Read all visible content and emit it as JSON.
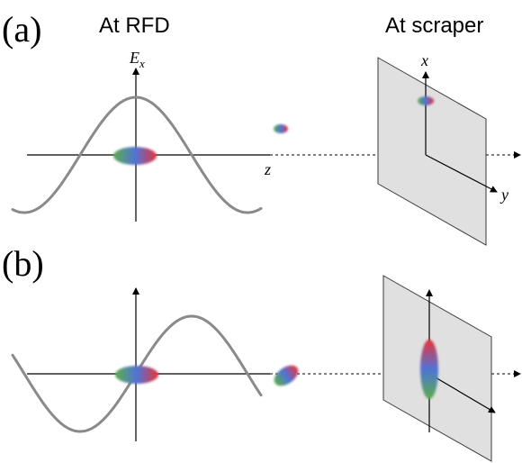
{
  "panels": [
    {
      "label": "(a)",
      "title_left": "At RFD",
      "title_right": "At scraper",
      "field_axis_label": "E",
      "field_axis_sub": "x",
      "z_axis_label": "z",
      "scraper_x_label": "x",
      "scraper_y_label": "y"
    },
    {
      "label": "(b)"
    }
  ],
  "colors": {
    "bunch_head": "#e8333a",
    "bunch_center": "#4f74d6",
    "bunch_tail": "#5cad4a",
    "wave": "#8a8a8a",
    "scraper_fill": "#e0e0e0",
    "scraper_edge": "#3a3a3a"
  }
}
